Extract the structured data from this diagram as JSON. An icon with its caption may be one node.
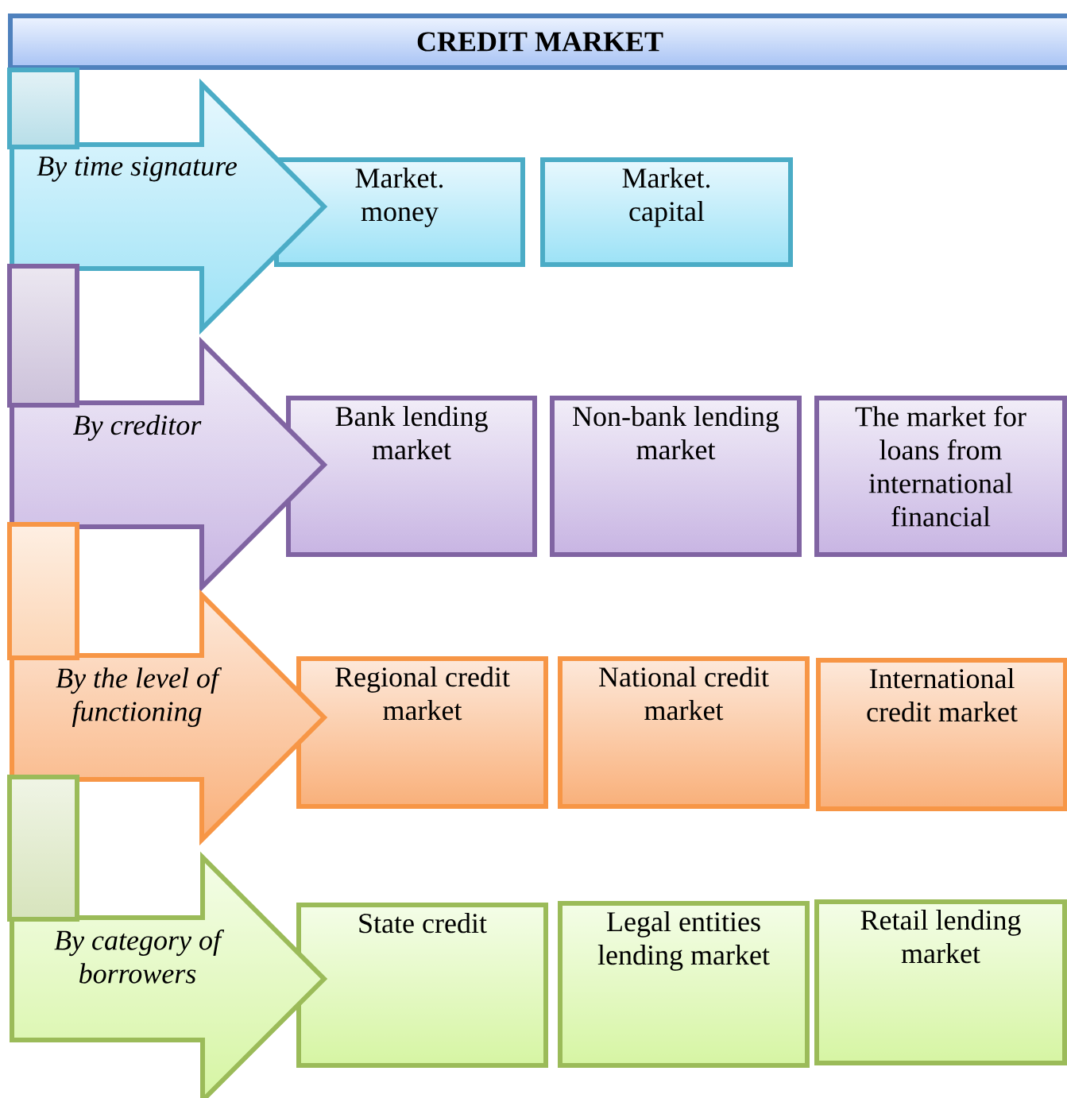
{
  "diagram": {
    "nodes": [
      {
        "text": [
          "CREDIT MARKET"
        ]
      },
      {
        "text": [
          "By time signature"
        ]
      },
      {
        "text": [
          "Market. money"
        ]
      },
      {
        "text": [
          "Market. capital"
        ]
      },
      {
        "text": [
          "By creditor"
        ]
      },
      {
        "text": [
          "Bank lending market"
        ]
      },
      {
        "text": [
          "Non-bank lending market"
        ]
      },
      {
        "text": [
          "The market for loans from international financial"
        ]
      },
      {
        "text": [
          "By the level of functioning"
        ]
      },
      {
        "text": [
          "Regional credit market"
        ]
      },
      {
        "text": [
          "National credit market"
        ]
      },
      {
        "text": [
          "International credit market"
        ]
      },
      {
        "text": [
          "By category of borrowers"
        ]
      },
      {
        "text": [
          "State credit"
        ]
      },
      {
        "text": [
          "Legal entities lending market"
        ]
      },
      {
        "text": [
          "Retail lending market"
        ]
      }
    ],
    "edges": [
      {
        "from": 0,
        "to": 1,
        "arrow": "none",
        "style": "thick",
        "color": "#4bacc6"
      },
      {
        "from": 1,
        "to": 4,
        "arrow": "none",
        "style": "thick",
        "color": "#8064a2"
      },
      {
        "from": 4,
        "to": 8,
        "arrow": "none",
        "style": "thick",
        "color": "#f79646"
      },
      {
        "from": 8,
        "to": 12,
        "arrow": "none",
        "style": "thick",
        "color": "#9bbb59"
      }
    ]
  }
}
